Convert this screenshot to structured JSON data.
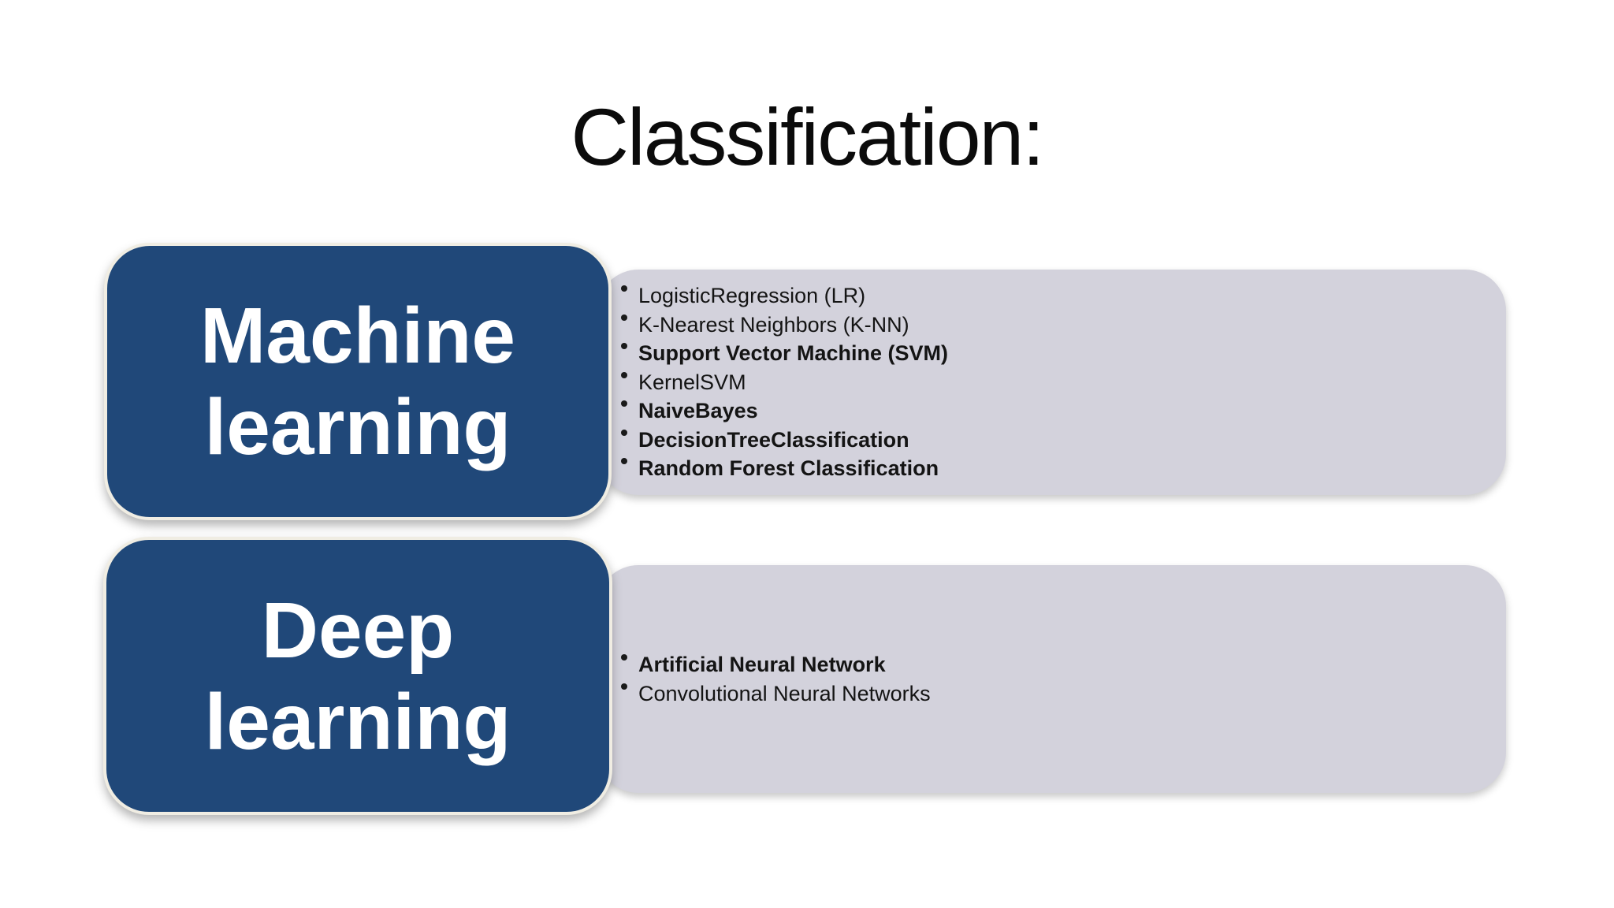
{
  "slide": {
    "title": "Classification:",
    "colors": {
      "box_blue": "#204879",
      "panel_gray": "#D3D2DC",
      "outline_cream": "#F0EDE3",
      "text_dark": "#141414",
      "box_text": "#FFFFFF",
      "background": "#FFFFFF"
    },
    "rows": [
      {
        "label": "Machine learning",
        "items": [
          {
            "text": "LogisticRegression (LR)",
            "bold": false
          },
          {
            "text": "K-Nearest Neighbors (K-NN)",
            "bold": false
          },
          {
            "text": "Support Vector Machine (SVM)",
            "bold": true
          },
          {
            "text": "KernelSVM",
            "bold": false
          },
          {
            "text": "NaiveBayes",
            "bold": true
          },
          {
            "text": "DecisionTreeClassification",
            "bold": true
          },
          {
            "text": "Random Forest Classification",
            "bold": true
          }
        ]
      },
      {
        "label": "Deep learning",
        "items": [
          {
            "text": "Artificial Neural Network",
            "bold": true
          },
          {
            "text": "Convolutional Neural Networks",
            "bold": false
          }
        ]
      }
    ]
  }
}
